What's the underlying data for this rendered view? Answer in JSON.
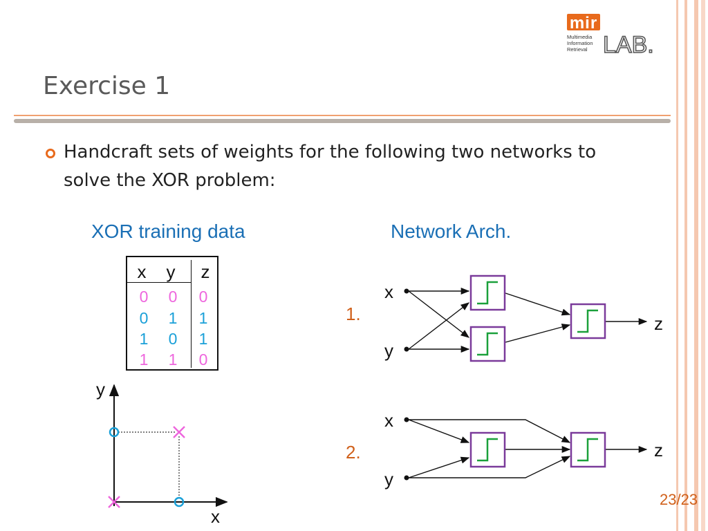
{
  "slide": {
    "title": "Exercise 1",
    "bullet": "Handcraft sets of weights for the following two networks to solve the XOR problem:",
    "page_number": "23/23"
  },
  "left": {
    "caption": "XOR training data",
    "table": {
      "headers": [
        "x",
        "y",
        "z"
      ],
      "rows": [
        [
          "0",
          "0",
          "0"
        ],
        [
          "0",
          "1",
          "1"
        ],
        [
          "1",
          "0",
          "1"
        ],
        [
          "1",
          "1",
          "0"
        ]
      ]
    },
    "plot": {
      "x_label": "x",
      "y_label": "y"
    }
  },
  "right": {
    "caption": "Network Arch.",
    "networks": [
      {
        "number": "1.",
        "input_x": "x",
        "input_y": "y",
        "output": "z"
      },
      {
        "number": "2.",
        "input_x": "x",
        "input_y": "y",
        "output": "z"
      }
    ]
  },
  "logo": {
    "brand_top": "mir",
    "brand_lab": "LAB.",
    "tagline": [
      "Multimedia",
      "Information",
      "Retrieval"
    ]
  },
  "colors": {
    "accent_orange": "#e86a1c",
    "caption_blue": "#1a6fb5",
    "class0_magenta": "#ee66dd",
    "class1_cyan": "#1aa0d8",
    "neuron_border": "#7a3a9a",
    "step_green": "#1aa03a",
    "number_orange": "#d0601a"
  }
}
